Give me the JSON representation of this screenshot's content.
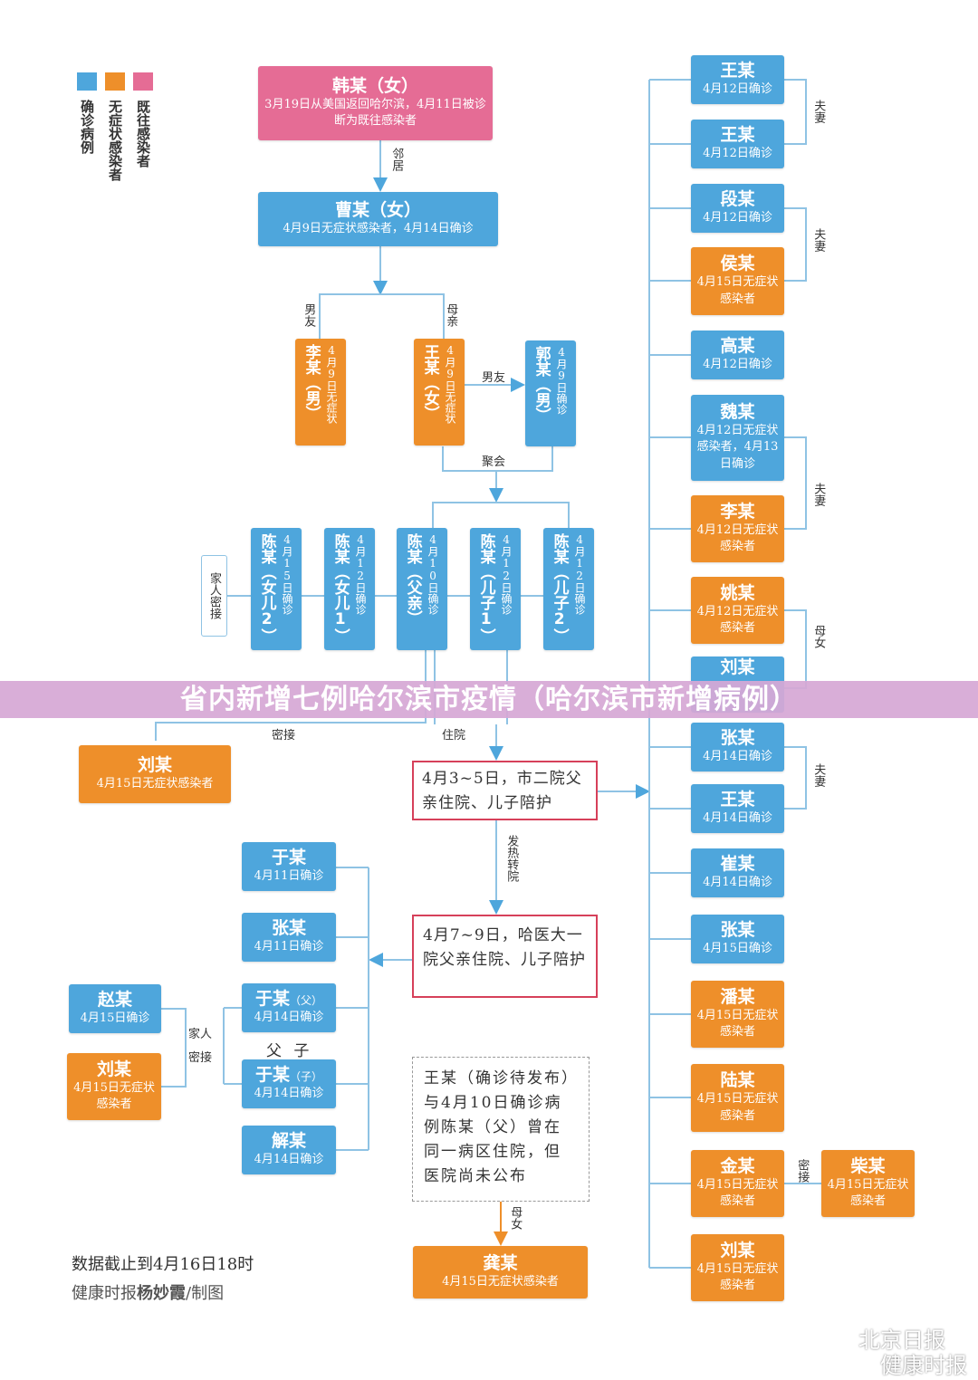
{
  "legend": [
    {
      "label": "确诊病例",
      "color": "#4ea6dc"
    },
    {
      "label": "无症状感染者",
      "color": "#ee8f2a"
    },
    {
      "label": "既往感染者",
      "color": "#e56c95"
    }
  ],
  "top": {
    "han": {
      "name": "韩某（女）",
      "detail": "3月19日从美国返回哈尔滨，4月11日被诊断为既往感染者"
    },
    "neighbor": "邻居",
    "cao": {
      "name": "曹某（女）",
      "detail": "4月9日无症状感染者，4月14日确诊"
    },
    "boyfriend1": "男友",
    "mother": "母亲",
    "boyfriend2": "男友",
    "party": "聚会",
    "li": {
      "name": "李某（男）",
      "detail": "4月9日无症状"
    },
    "wang": {
      "name": "王某（女）",
      "detail": "4月9日无症状"
    },
    "guo": {
      "name": "郭某（男）",
      "detail": "4月9日确诊"
    }
  },
  "chen": [
    {
      "name": "陈某（女儿2）",
      "detail": "4月15日确诊"
    },
    {
      "name": "陈某（女儿1）",
      "detail": "4月12日确诊"
    },
    {
      "name": "陈某（父亲）",
      "detail": "4月10日确诊"
    },
    {
      "name": "陈某（儿子1）",
      "detail": "4月12日确诊"
    },
    {
      "name": "陈某（儿子2）",
      "detail": "4月12日确诊"
    }
  ],
  "family_contact": "家人密接",
  "hosp_label": "住院",
  "contact_label": "密接",
  "liu_left": {
    "name": "刘某",
    "detail": "4月15日无症状感染者"
  },
  "event1": "4月3~5日，市二院父亲住院、儿子陪护",
  "fever": "发热转院",
  "event2": "4月7~9日，哈医大一院父亲住院、儿子陪护",
  "left_col": [
    {
      "name": "于某",
      "detail": "4月11日确诊"
    },
    {
      "name": "张某",
      "detail": "4月11日确诊"
    },
    {
      "name": "于某",
      "tag": "（父）",
      "detail": "4月14日确诊"
    },
    {
      "name": "于某",
      "tag": "（子）",
      "detail": "4月14日确诊"
    },
    {
      "name": "解某",
      "detail": "4月14日确诊"
    }
  ],
  "father_son": "父 子",
  "zhao": {
    "name": "赵某",
    "detail": "4月15日确诊"
  },
  "liu_left2": {
    "name": "刘某",
    "detail": "4月15日无症状感染者"
  },
  "family_contact2": "家人密接",
  "pending": "王某（确诊待发布）与4月10日确诊病例陈某（父）曾在同一病区住院，但医院尚未公布",
  "mother_daughter_bottom": "母女",
  "gong": {
    "name": "龚某",
    "detail": "4月15日无症状感染者"
  },
  "right": [
    {
      "name": "王某",
      "detail": "4月12日确诊",
      "c": "b"
    },
    {
      "name": "王某",
      "detail": "4月12日确诊",
      "c": "b"
    },
    {
      "name": "段某",
      "detail": "4月12日确诊",
      "c": "b"
    },
    {
      "name": "侯某",
      "detail": "4月15日无症状感染者",
      "c": "o"
    },
    {
      "name": "高某",
      "detail": "4月12日确诊",
      "c": "b"
    },
    {
      "name": "魏某",
      "detail": "4月12日无症状感染者，4月13日确诊",
      "c": "b"
    },
    {
      "name": "李某",
      "detail": "4月12日无症状感染者",
      "c": "o"
    },
    {
      "name": "姚某",
      "detail": "4月12日无症状感染者",
      "c": "o"
    },
    {
      "name": "刘某",
      "detail": "",
      "c": "b"
    },
    {
      "name": "张某",
      "detail": "4月14日确诊",
      "c": "b"
    },
    {
      "name": "王某",
      "detail": "4月14日确诊",
      "c": "b"
    },
    {
      "name": "崔某",
      "detail": "4月14日确诊",
      "c": "b"
    },
    {
      "name": "张某",
      "detail": "4月15日确诊",
      "c": "b"
    },
    {
      "name": "潘某",
      "detail": "4月15日无症状感染者",
      "c": "o"
    },
    {
      "name": "陆某",
      "detail": "4月15日无症状感染者",
      "c": "o"
    },
    {
      "name": "金某",
      "detail": "4月15日无症状感染者",
      "c": "o"
    },
    {
      "name": "刘某",
      "detail": "4月15日无症状感染者",
      "c": "o"
    }
  ],
  "right_rel": [
    "夫妻",
    "夫妻",
    "夫妻",
    "母女",
    "夫妻"
  ],
  "chai": {
    "name": "柴某",
    "detail": "4月15日无症状感染者",
    "rel": "密接"
  },
  "footer": {
    "line1": "数据截止到4月16日18时",
    "line2_prefix": "健康时报",
    "author": "杨妙霞",
    "line2_suffix": "/制图"
  },
  "banner": "省内新增七例哈尔滨市疫情（哈尔滨市新增病例）",
  "watermark": {
    "w1": "北京日报",
    "w2": "健康时报"
  }
}
